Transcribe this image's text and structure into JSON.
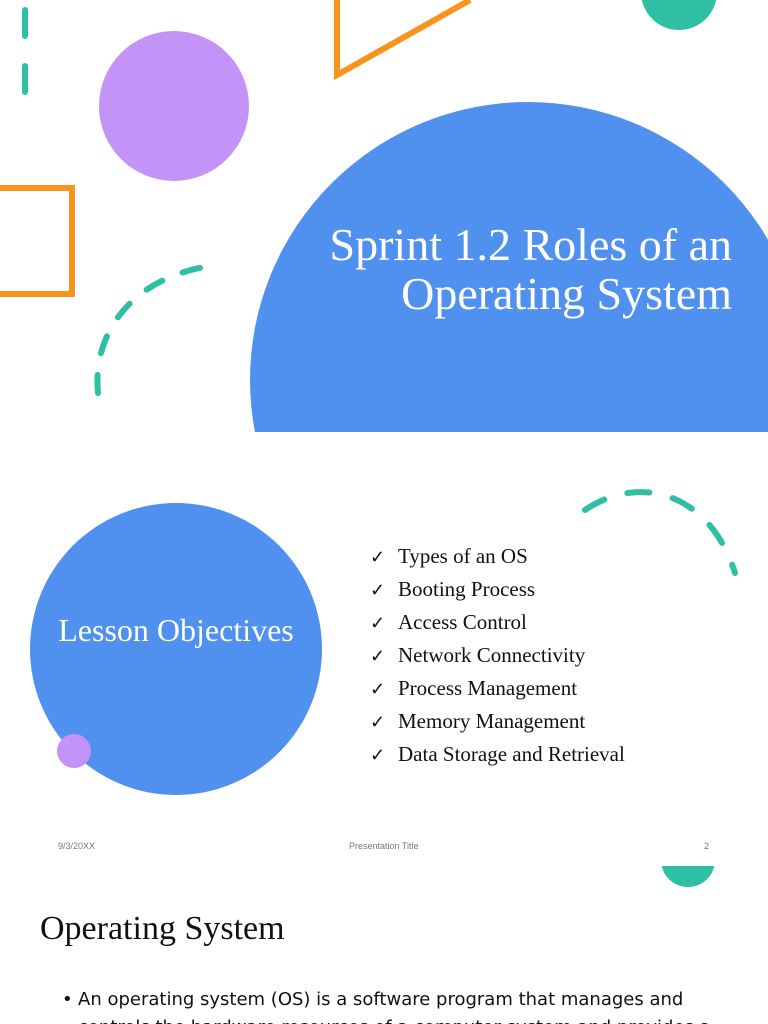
{
  "slide1": {
    "title": "Sprint 1.2 Roles of an Operating System",
    "colors": {
      "blue": "#5091ef",
      "purple": "#c393f7",
      "orange": "#f7941d",
      "teal": "#2ebfa5"
    }
  },
  "slide2": {
    "lesson_title": "Lesson Objectives",
    "objectives": [
      "Types of an OS",
      "Booting Process",
      "Access Control",
      "Network Connectivity",
      "Process Management",
      "Memory Management",
      "Data Storage and Retrieval"
    ],
    "check_icon": "checkmark-icon",
    "footer": {
      "date": "9/3/20XX",
      "title": "Presentation Title",
      "page": "2"
    }
  },
  "slide3": {
    "title": "Operating System",
    "bullet": "An operating system (OS) is a software program that manages and controls the hardware resources of a computer system and provides a"
  }
}
